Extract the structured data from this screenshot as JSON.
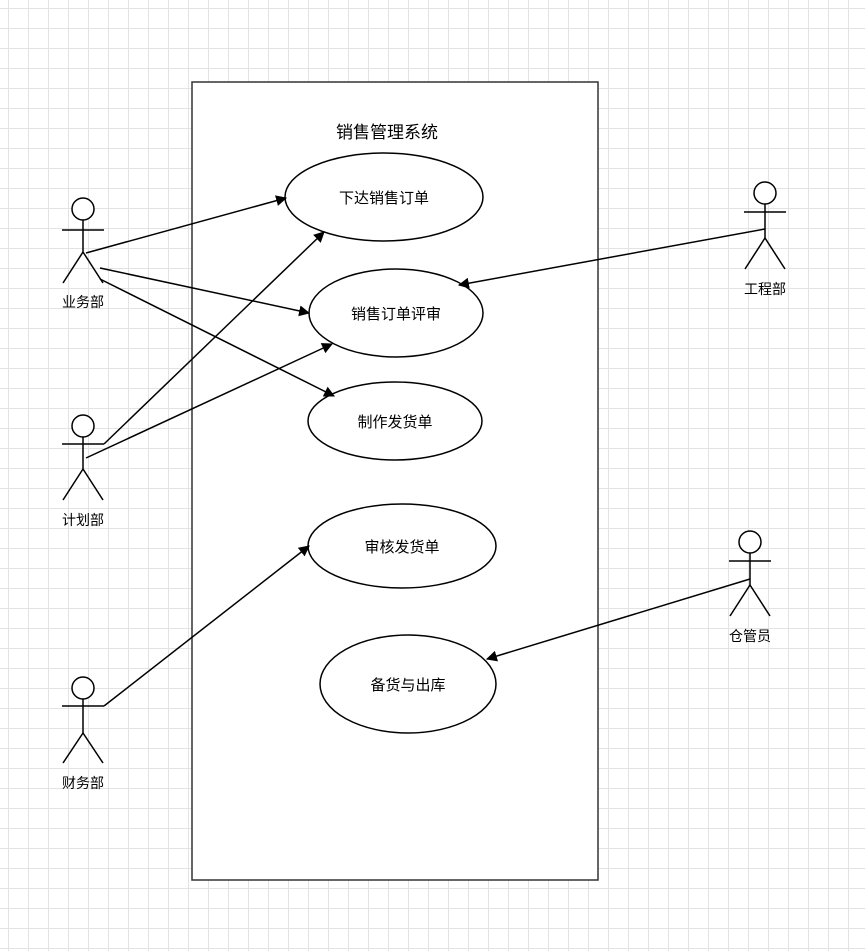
{
  "diagram": {
    "system_title": "销售管理系统",
    "use_cases": {
      "place_order": "下达销售订单",
      "order_review": "销售订单评审",
      "make_shipping_note": "制作发货单",
      "review_shipping_note": "审核发货单",
      "stock_and_outbound": "备货与出库"
    },
    "actors": {
      "business_dept": "业务部",
      "planning_dept": "计划部",
      "finance_dept": "财务部",
      "engineering_dept": "工程部",
      "warehouse_keeper": "仓管员"
    }
  }
}
